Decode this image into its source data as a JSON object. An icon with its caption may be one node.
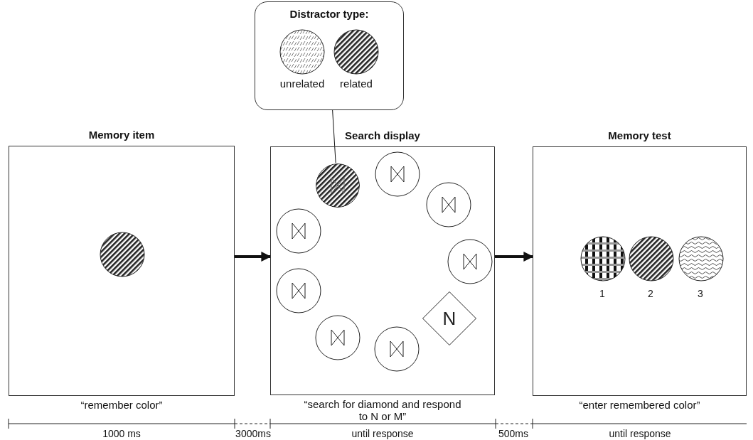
{
  "diagram": {
    "nodes": [
      {
        "text": [
          "Distractor type:",
          "unrelated",
          "related"
        ]
      },
      {
        "text": [
          "Memory item"
        ],
        "beside": [
          "“remember color”"
        ]
      },
      {
        "text": [
          "Search display"
        ],
        "beside": [
          "“search for diamond and respond to N or M”"
        ]
      },
      {
        "text": [],
        "shape": "circle",
        "in": 2
      },
      {
        "text": [
          "N"
        ],
        "in": 2
      },
      {
        "text": [
          "Memory test"
        ],
        "beside": [
          "“enter remembered color”"
        ]
      }
    ],
    "edges": [
      {
        "from": 1,
        "to": 2,
        "arrow": "to"
      },
      {
        "from": 2,
        "to": 5,
        "arrow": "to"
      },
      {
        "from": 0,
        "to": 3,
        "arrow": "none"
      }
    ],
    "labels": [
      "1",
      "2",
      "3",
      "1000 ms",
      "3000ms",
      "until response",
      "500ms",
      "until response"
    ]
  }
}
